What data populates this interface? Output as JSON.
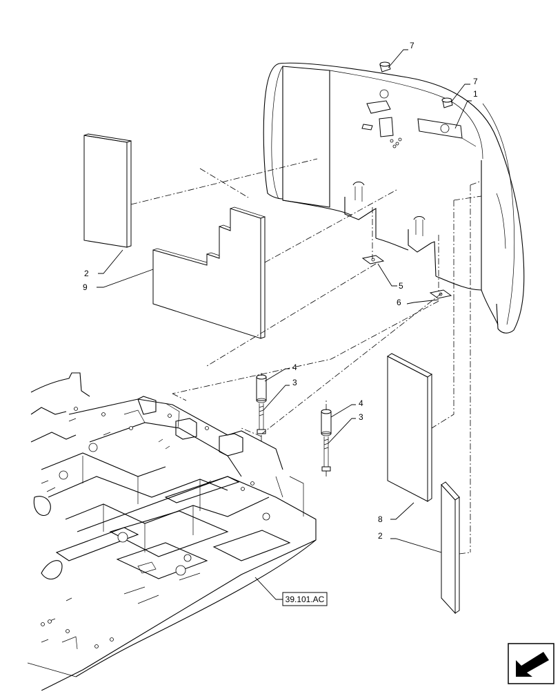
{
  "callouts": [
    {
      "id": "c7a",
      "label": "7"
    },
    {
      "id": "c7b",
      "label": "7"
    },
    {
      "id": "c1",
      "label": "1"
    },
    {
      "id": "c2a",
      "label": "2"
    },
    {
      "id": "c9",
      "label": "9"
    },
    {
      "id": "c5",
      "label": "5"
    },
    {
      "id": "c6",
      "label": "6"
    },
    {
      "id": "c4a",
      "label": "4"
    },
    {
      "id": "c3a",
      "label": "3"
    },
    {
      "id": "c4b",
      "label": "4"
    },
    {
      "id": "c3b",
      "label": "3"
    },
    {
      "id": "c8",
      "label": "8"
    },
    {
      "id": "c2b",
      "label": "2"
    }
  ],
  "reference": {
    "label": "39.101.AC"
  },
  "nav_icon": "next-page-arrow-icon"
}
